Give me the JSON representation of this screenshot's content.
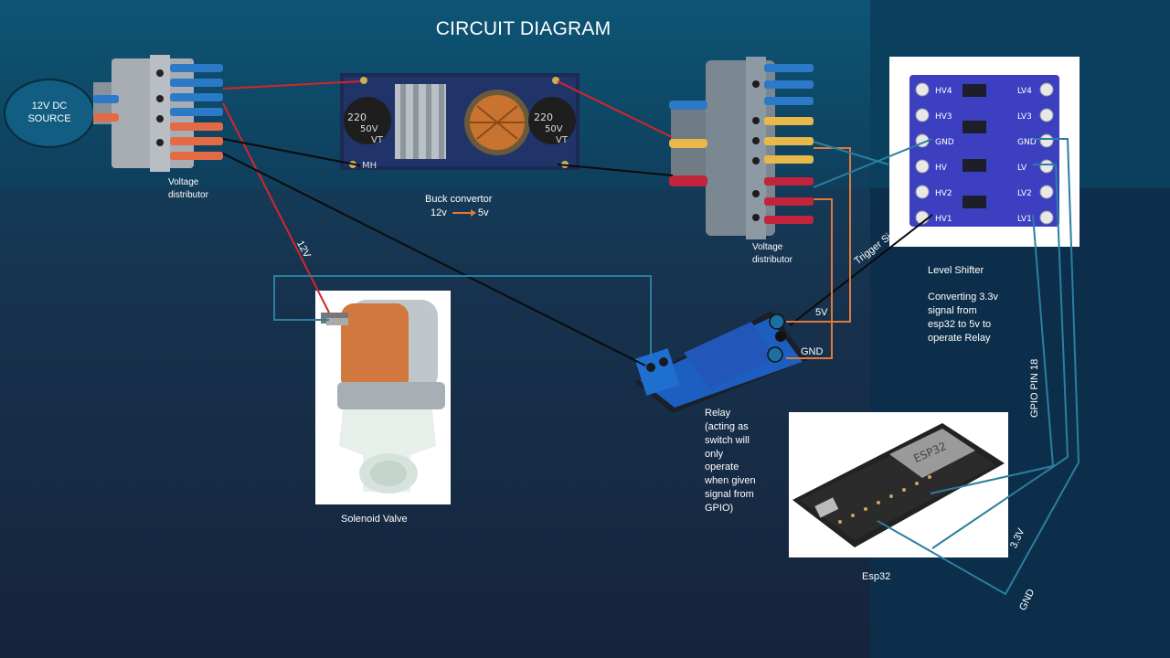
{
  "title": "CIRCUIT DIAGRAM",
  "source": {
    "line1": "12V DC",
    "line2": "SOURCE"
  },
  "distributor_left": {
    "line1": "Voltage",
    "line2": "distributor"
  },
  "buck": {
    "title": "Buck convertor",
    "from": "12v",
    "to": "5v"
  },
  "distributor_right": {
    "line1": "Voltage",
    "line2": "distributor"
  },
  "level_shifter": {
    "title": "Level Shifter",
    "desc": [
      "Converting 3.3v",
      "signal from",
      "esp32 to 5v to",
      "operate Relay"
    ],
    "pins_left": [
      "HV4",
      "HV3",
      "GND",
      "HV",
      "HV2",
      "HV1"
    ],
    "pins_right": [
      "LV4",
      "LV3",
      "GND",
      "LV",
      "LV2",
      "LV1"
    ]
  },
  "wire_labels": {
    "v12": "12V",
    "trigger": "Trigger Signal",
    "v5": "5V",
    "gnd": "GND",
    "gpio": "GPIO PIN 18",
    "v33": "3.3V",
    "gnd_esp": "GND"
  },
  "solenoid": {
    "label": "Solenoid Valve"
  },
  "relay": {
    "label": [
      "Relay",
      "(acting as",
      "switch will",
      "only",
      "operate",
      "when given",
      "signal from",
      "GPIO)"
    ]
  },
  "esp32": {
    "label": "Esp32",
    "chip_text": "ESP32"
  },
  "capacitor_text": {
    "a1": "220",
    "a2": "50V",
    "a3": "VT",
    "b1": "220",
    "b2": "50V",
    "b3": "VT",
    "mark": "MH"
  },
  "colors": {
    "red": "#d8232a",
    "black": "#0b0b0b",
    "teal": "#2a7fa0",
    "orange": "#e07a3a"
  }
}
